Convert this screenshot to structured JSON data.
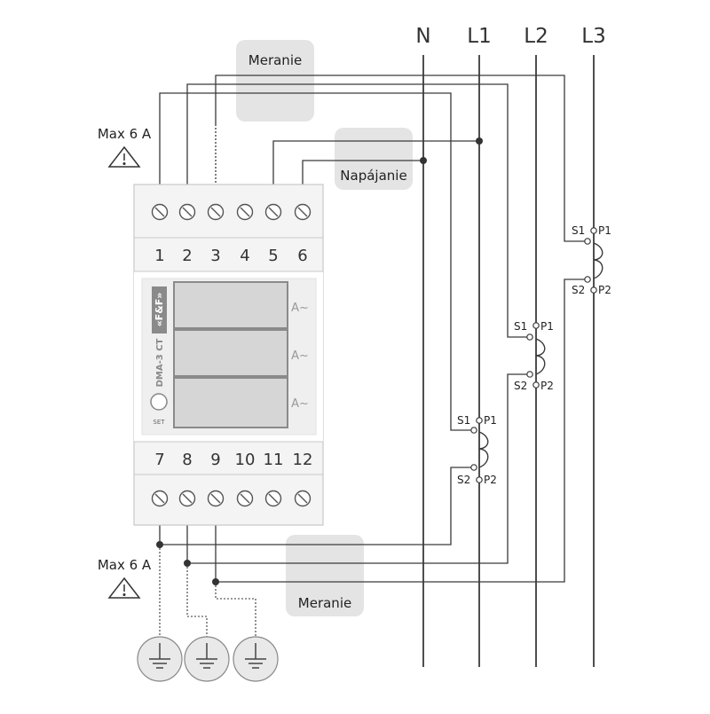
{
  "lines": {
    "n": "N",
    "l1": "L1",
    "l2": "L2",
    "l3": "L3"
  },
  "labels": {
    "meranie_top": "Meranie",
    "napajanie": "Napájanie",
    "meranie_bottom": "Meranie",
    "max_top": "Max 6 A",
    "max_bottom": "Max 6 A"
  },
  "device": {
    "brand": "«F&F»",
    "model": "DMA-3 CT",
    "set_label": "SET",
    "unit": "A~",
    "terminals_top": [
      "1",
      "2",
      "3",
      "4",
      "5",
      "6"
    ],
    "terminals_bottom": [
      "7",
      "8",
      "9",
      "10",
      "11",
      "12"
    ]
  },
  "ct": {
    "s1": "S1",
    "p1": "P1",
    "s2": "S2",
    "p2": "P2"
  },
  "colors": {
    "wire": "#3a3a3a",
    "device_body": "#f4f4f4",
    "device_border": "#c8c8c8",
    "display": "#d6d6d6",
    "display_border": "#8a8a8a",
    "label_box": "#e4e4e4"
  }
}
